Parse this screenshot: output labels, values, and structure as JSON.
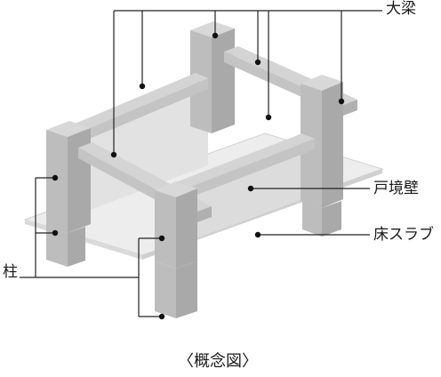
{
  "diagram": {
    "caption": "〈概念図〉",
    "labels": {
      "beam": "大梁",
      "door_wall": "戸境壁",
      "floor_slab": "床スラブ",
      "column": "柱"
    },
    "colors": {
      "slab_top": "#ededed",
      "wall": "#dcdcdc",
      "column_front": "#bdbdbd",
      "column_side": "#a9a9a9",
      "column_top": "#d8d8d8",
      "beam": "#c4c4c4",
      "leader_line": "#222222",
      "dot": "#111111"
    }
  }
}
